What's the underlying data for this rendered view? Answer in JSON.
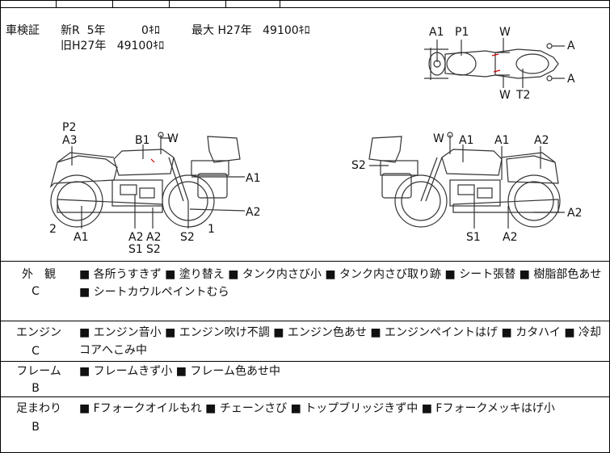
{
  "inspection": {
    "label": "車検証",
    "new_line": "新R  5年          0ｷﾛ",
    "max_line": "最大 H27年   49100ｷﾛ",
    "old_line": "旧H27年   49100ｷﾛ"
  },
  "top_view_labels": [
    "A1",
    "P1",
    "W",
    "A",
    "A",
    "W",
    "T2"
  ],
  "left_side_labels": [
    "P2",
    "A3",
    "B1",
    "W",
    "A1",
    "A2",
    "2",
    "A1",
    "A2",
    "A2",
    "S1",
    "S2",
    "S2",
    "1"
  ],
  "right_side_labels": [
    "W",
    "A1",
    "A1",
    "A2",
    "S2",
    "A2",
    "S1",
    "A2"
  ],
  "sections": [
    {
      "title": "外　観",
      "grade": "C",
      "text": "■ 各所うすきず ■ 塗り替え ■ タンク内さび小 ■ タンク内さび取り跡 ■ シート張替 ■ 樹脂部色あせ ■ シートカウルペイントむら"
    },
    {
      "title": "エンジン",
      "grade": "C",
      "text": "■ エンジン音小 ■ エンジン吹け不調 ■ エンジン色あせ ■ エンジンペイントはげ ■ カタハイ ■ 冷却コアへこみ中"
    },
    {
      "title": "フレーム",
      "grade": "B",
      "text": "■ フレームきず小 ■ フレーム色あせ中"
    },
    {
      "title": "足まわり",
      "grade": "B",
      "text": "■ Fフォークオイルもれ ■ チェーンさび ■ トップブリッジきず中 ■ Fフォークメッキはげ小"
    }
  ]
}
